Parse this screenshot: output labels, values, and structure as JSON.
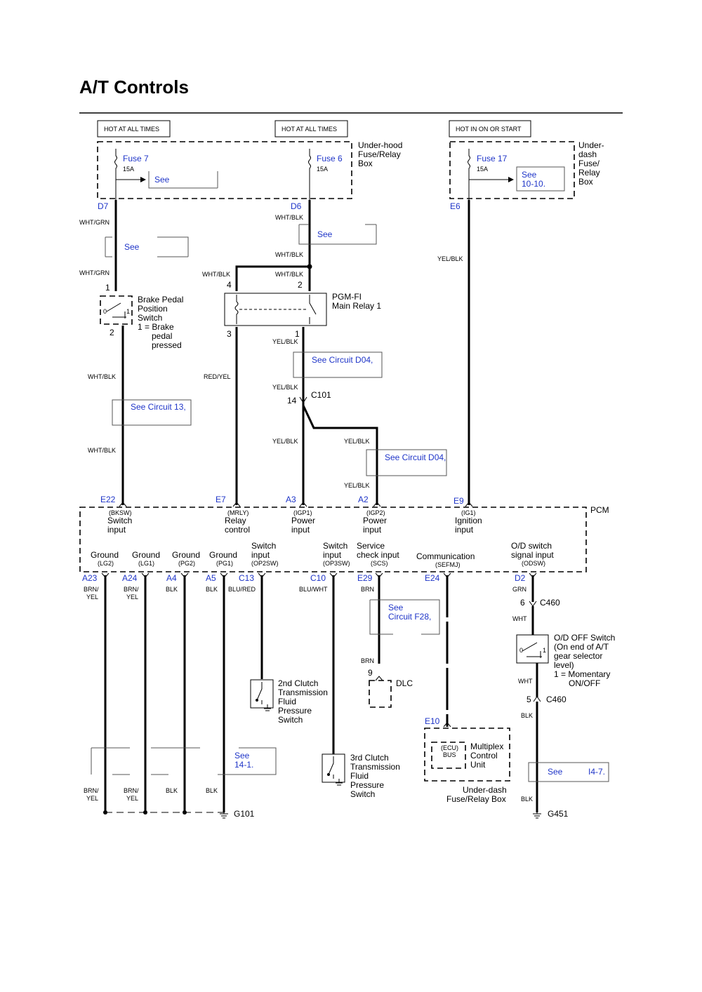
{
  "title": "A/T Controls",
  "power": {
    "hot1": "HOT AT ALL TIMES",
    "hot2": "HOT AT ALL TIMES",
    "hot3": "HOT IN ON OR START",
    "fuse7": "Fuse 7",
    "fuse6": "Fuse 6",
    "fuse17": "Fuse 17",
    "amp": "15A",
    "see": "See",
    "see_1010": "10-10.",
    "underhood": [
      "Under-hood",
      "Fuse/Relay",
      "Box"
    ],
    "underdash": [
      "Under-",
      "dash",
      "Fuse/",
      "Relay",
      "Box"
    ]
  },
  "connectors": {
    "d7": "D7",
    "d6": "D6",
    "e6": "E6",
    "e22": "E22",
    "e7": "E7",
    "a3": "A3",
    "a2": "A2",
    "e9": "E9",
    "a23": "A23",
    "a24": "A24",
    "a4": "A4",
    "a5": "A5",
    "c13": "C13",
    "c10": "C10",
    "e29": "E29",
    "e24": "E24",
    "d2": "D2",
    "e10": "E10",
    "c101": "C101",
    "c460": "C460",
    "g101": "G101",
    "g451": "G451"
  },
  "wires": {
    "wht_grn": "WHT/GRN",
    "wht_blk": "WHT/BLK",
    "yel_blk": "YEL/BLK",
    "red_yel": "RED/YEL",
    "brn": "BRN",
    "brn_yel_1": "BRN/",
    "brn_yel_2": "YEL",
    "blk": "BLK",
    "blu_red": "BLU/RED",
    "blu_wht": "BLU/WHT",
    "grn": "GRN",
    "wht": "WHT"
  },
  "pins": {
    "p1": "1",
    "p2": "2",
    "p3": "3",
    "p4": "4",
    "p5": "5",
    "p6": "6",
    "p9": "9",
    "p14": "14",
    "p0": "0"
  },
  "components": {
    "brake": [
      "Brake Pedal",
      "Position",
      "Switch",
      "1 = Brake",
      "pedal",
      "pressed"
    ],
    "relay": [
      "PGM-FI",
      "Main Relay 1"
    ],
    "pcm": "PCM",
    "clutch2": [
      "2nd Clutch",
      "Transmission",
      "Fluid",
      "Pressure",
      "Switch"
    ],
    "clutch3": [
      "3rd Clutch",
      "Transmission",
      "Fluid",
      "Pressure",
      "Switch"
    ],
    "dlc": "DLC",
    "mcu": [
      "Multiplex",
      "Control",
      "Unit"
    ],
    "mcu_bus": [
      "(ECU)",
      "BUS"
    ],
    "mcu_loc": [
      "Under-dash",
      "Fuse/Relay Box"
    ],
    "odoff": [
      "O/D OFF Switch",
      "(On end of A/T",
      "gear selector",
      "level)",
      "1 = Momentary",
      "ON/OFF"
    ]
  },
  "pcm_inputs": {
    "bksw": [
      "(BKSW)",
      "Switch",
      "input"
    ],
    "mrly": [
      "(MRLY)",
      "Relay",
      "control"
    ],
    "igp1": [
      "(IGP1)",
      "Power",
      "input"
    ],
    "igp2": [
      "(IGP2)",
      "Power",
      "input"
    ],
    "ig1": [
      "(IG1)",
      "Ignition",
      "input"
    ],
    "lg2": [
      "Ground",
      "(LG2)"
    ],
    "lg1": [
      "Ground",
      "(LG1)"
    ],
    "pg2": [
      "Ground",
      "(PG2)"
    ],
    "pg1": [
      "Ground",
      "(PG1)"
    ],
    "op2sw": [
      "Switch",
      "input",
      "(OP2SW)"
    ],
    "op3sw": [
      "Switch",
      "input",
      "(OP3SW)"
    ],
    "scs": [
      "Service",
      "check input",
      "(SCS)"
    ],
    "sefmj": [
      "Communication",
      "(SEFMJ)"
    ],
    "odsw": [
      "O/D switch",
      "signal input",
      "(ODSW)"
    ]
  },
  "refs": {
    "d04": "See Circuit D04,",
    "c13": "See Circuit 13,",
    "see": "See",
    "f28_1": "See",
    "f28_2": "Circuit F28,",
    "s141_1": "See",
    "s141_2": "14-1.",
    "s147": "I4-7."
  }
}
